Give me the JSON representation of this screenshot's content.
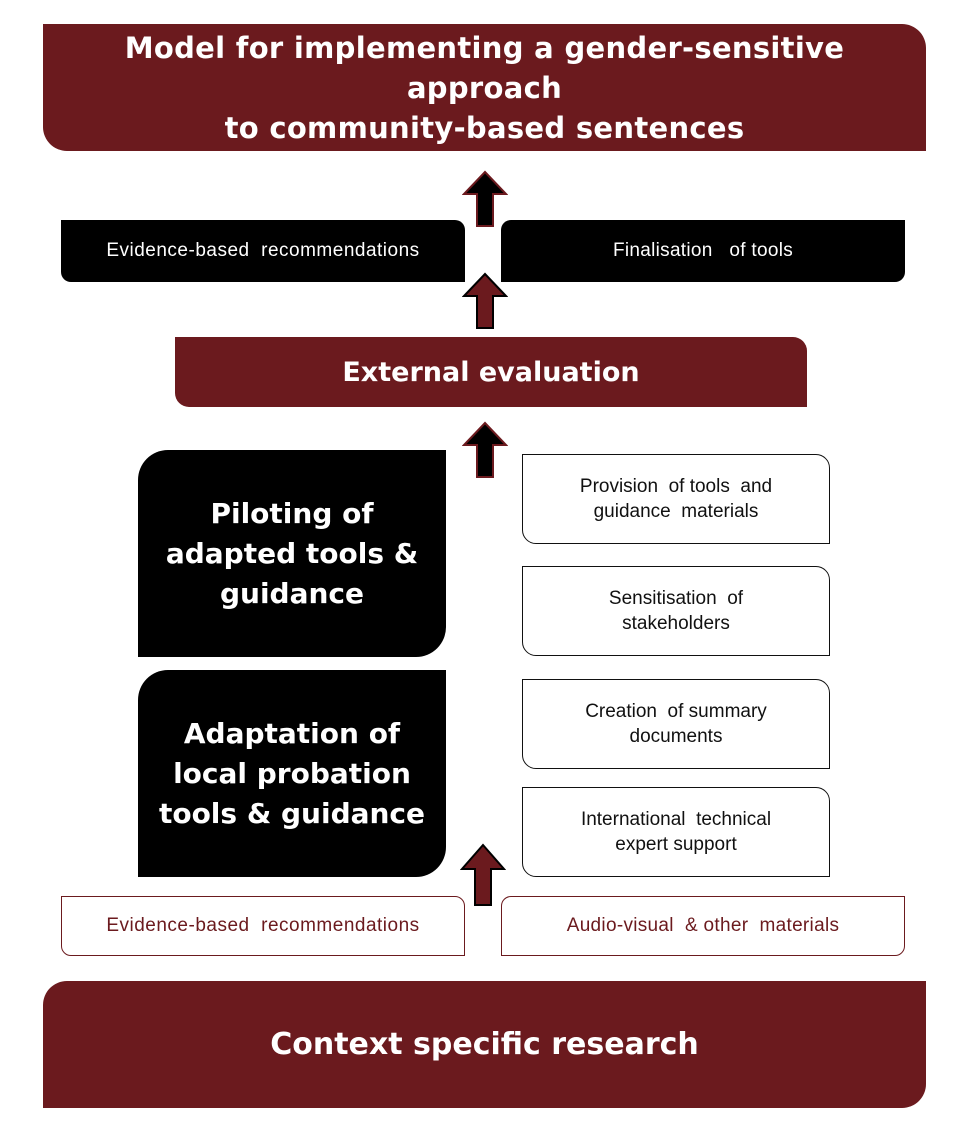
{
  "title": {
    "line1": "Model for implementing a gender-sensitive approach",
    "line2": "to community-based sentences"
  },
  "top_row": {
    "left": "Evidence-based  recommendations",
    "right": "Finalisation   of tools"
  },
  "external_evaluation": "External evaluation",
  "piloting": {
    "line1": "Piloting of",
    "line2": "adapted tools &",
    "line3": "guidance"
  },
  "adaptation": {
    "line1": "Adaptation of",
    "line2": "local probation",
    "line3": "tools & guidance"
  },
  "side_boxes": [
    {
      "line1": "Provision  of tools  and",
      "line2": "guidance  materials"
    },
    {
      "line1": "Sensitisation  of",
      "line2": "stakeholders"
    },
    {
      "line1": "Creation  of summary",
      "line2": "documents"
    },
    {
      "line1": "International  technical",
      "line2": "expert support"
    }
  ],
  "bottom_row": {
    "left": "Evidence-based  recommendations",
    "right": "Audio-visual  & other  materials"
  },
  "context_research": "Context specific research",
  "colors": {
    "maroon": "#6b1a1e",
    "black": "#000000",
    "white": "#ffffff"
  },
  "icons": {
    "arrow": "up-arrow-icon"
  }
}
